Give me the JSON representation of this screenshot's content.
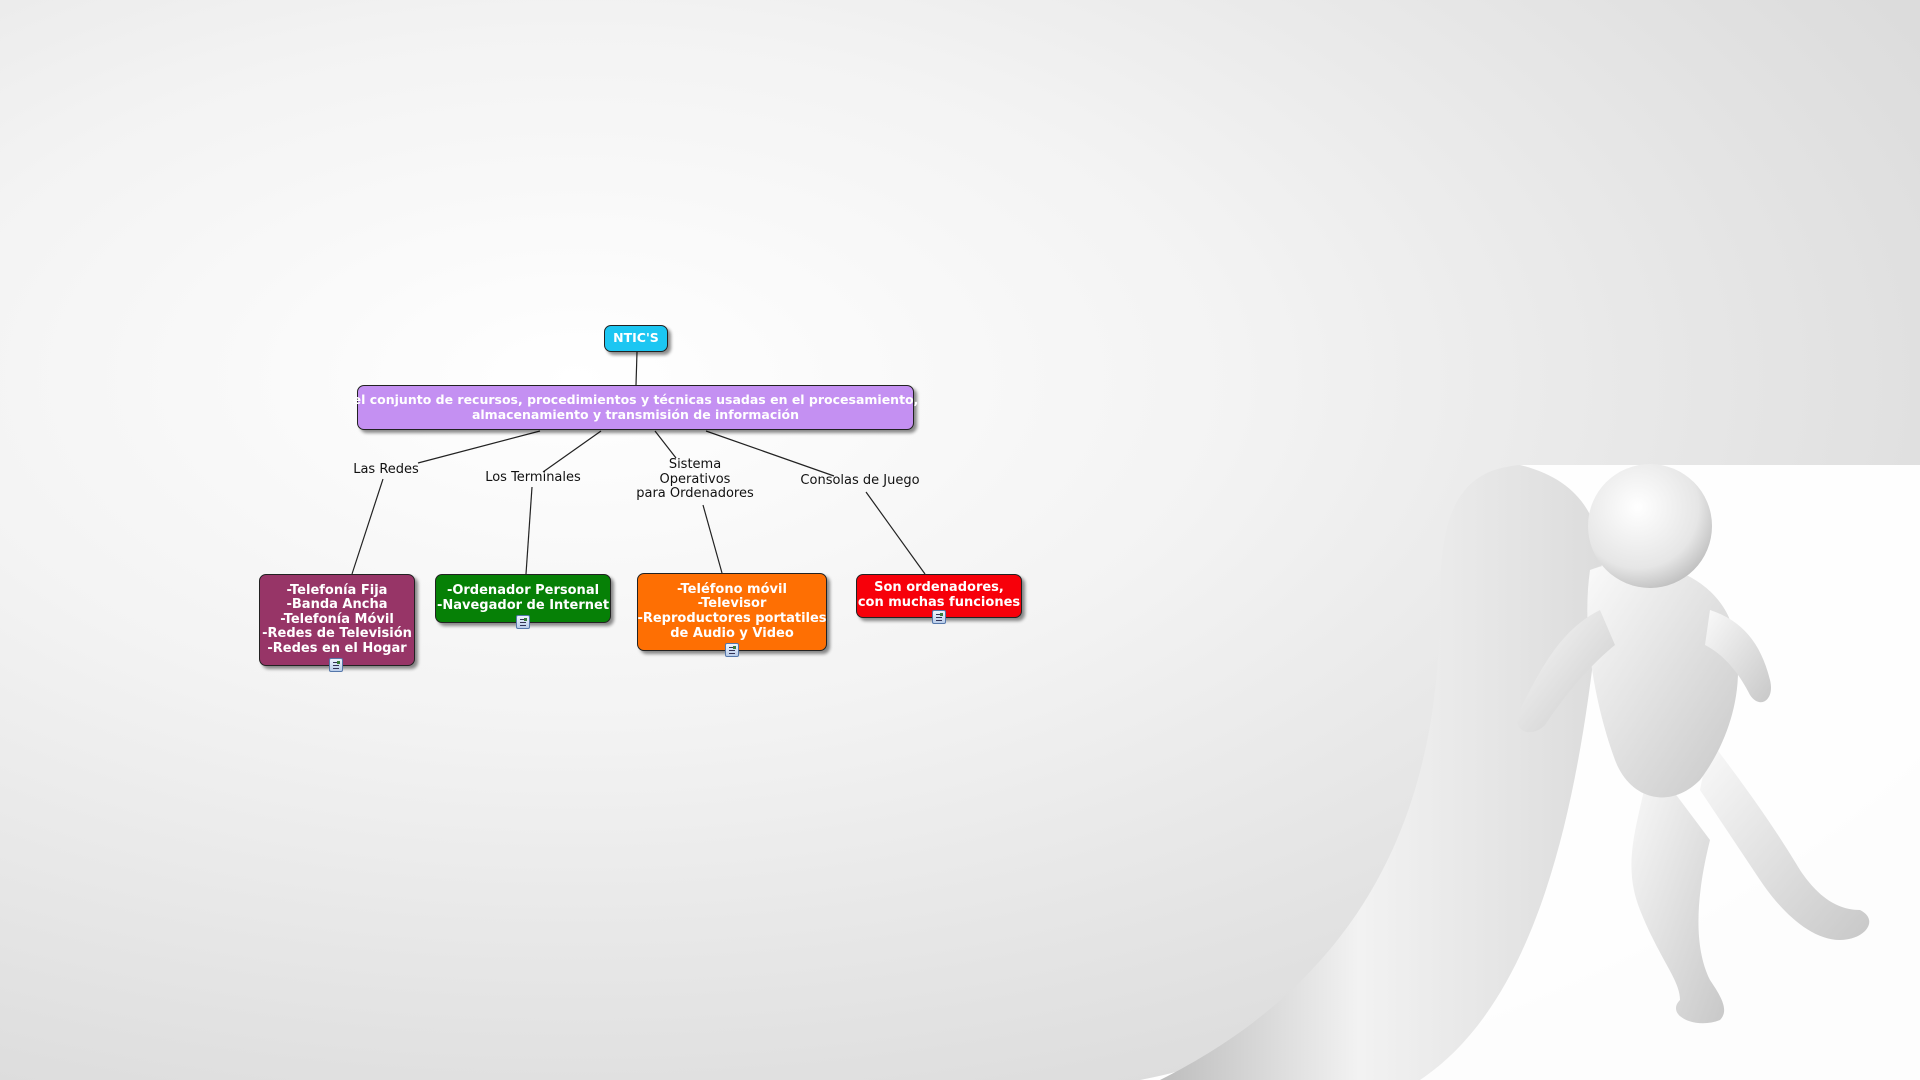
{
  "diagram": {
    "root": {
      "text": "NTIC'S",
      "color": "#1cc6f2"
    },
    "definition": {
      "lines": [
        "el conjunto de recursos, procedimientos y técnicas usadas en el procesamiento,",
        "almacenamiento y transmisión de información"
      ],
      "color": "#c490f2"
    },
    "branches": [
      {
        "label": [
          "Las Redes"
        ],
        "box": {
          "lines": [
            "-Telefonía Fija",
            "-Banda Ancha",
            "-Telefonía Móvil",
            "-Redes de Televisión",
            "-Redes en el Hogar"
          ],
          "color": "#973567"
        }
      },
      {
        "label": [
          "Los Terminales"
        ],
        "box": {
          "lines": [
            "-Ordenador Personal",
            "-Navegador de Internet"
          ],
          "color": "#068006"
        }
      },
      {
        "label": [
          "Sistema",
          "Operativos",
          "para Ordenadores"
        ],
        "box": {
          "lines": [
            "-Teléfono móvil",
            "-Televisor",
            "-Reproductores portatiles",
            "de Audio y Video"
          ],
          "color": "#fe6f03"
        }
      },
      {
        "label": [
          "Consolas de Juego"
        ],
        "box": {
          "lines": [
            "Son ordenadores,",
            "con muchas funciones"
          ],
          "color": "#f7000a"
        }
      }
    ],
    "line_color": "#222222"
  }
}
